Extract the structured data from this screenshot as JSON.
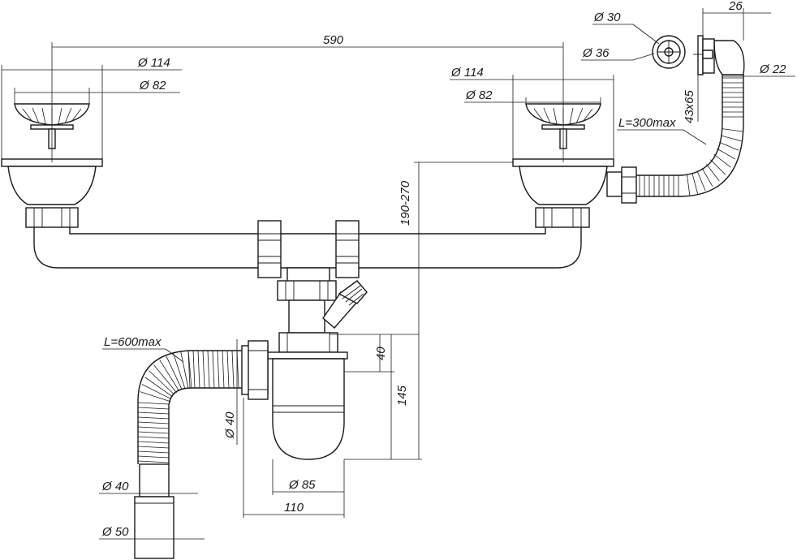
{
  "dimensions": {
    "overall_width": "590",
    "outer_diameter_left": "Ø 114",
    "inner_diameter_left": "Ø 82",
    "outer_diameter_right": "Ø 114",
    "inner_diameter_right": "Ø 82",
    "height_range": "190-270",
    "trap_height": "145",
    "inlet_height": "40",
    "bowl_diameter": "Ø 85",
    "trap_width": "110",
    "outlet_diameter": "Ø 40",
    "hose_inner_diameter": "Ø 40",
    "hose_outer_diameter": "Ø 50",
    "plug_diameter_small": "Ø 30",
    "plug_diameter_large": "Ø 36",
    "overflow_width": "26",
    "overflow_pipe_diameter": "Ø 22",
    "overflow_size": "43x65",
    "overflow_hose_length": "L=300max",
    "drain_hose_length": "L=600max"
  }
}
